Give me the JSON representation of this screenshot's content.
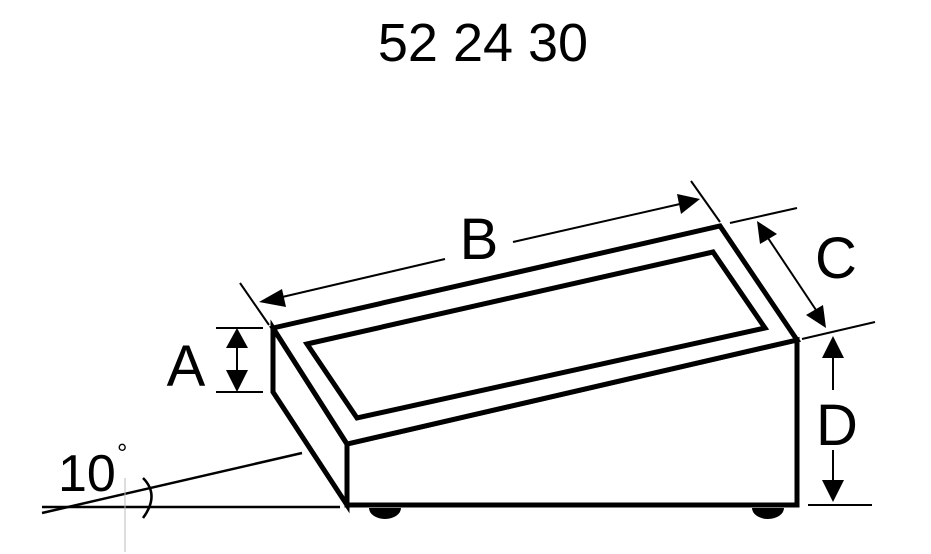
{
  "title": "52 24 30",
  "labels": {
    "a": "A",
    "b": "B",
    "c": "C",
    "d": "D",
    "angle": "10°",
    "angle_value": "10",
    "degree": "°"
  },
  "colors": {
    "line": "#000000",
    "background": "#ffffff",
    "guide": "#bbbbbb"
  }
}
